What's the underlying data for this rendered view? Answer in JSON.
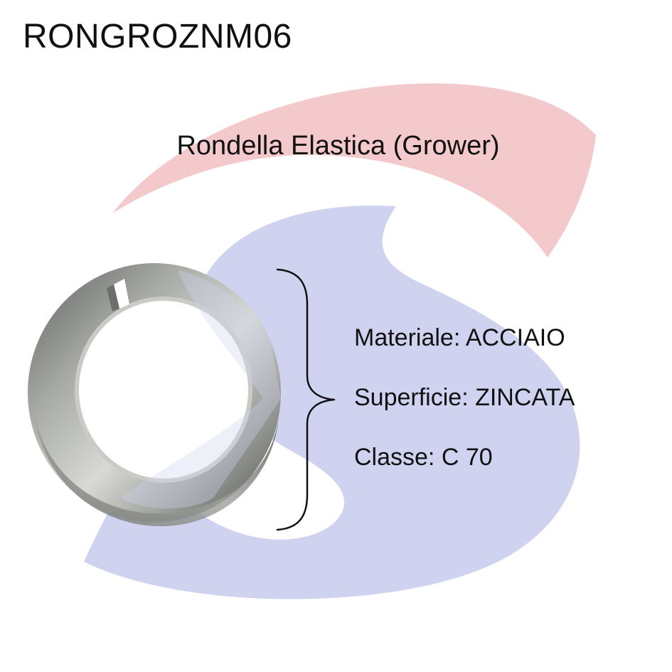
{
  "product": {
    "code": "RONGROZNM06",
    "name": "Rondella Elastica (Grower)"
  },
  "specs": [
    {
      "text": "Materiale: ACCIAIO"
    },
    {
      "text": "Superficie: ZINCATA"
    },
    {
      "text": "Classe: C 70"
    }
  ],
  "colors": {
    "watermark_red": "#f4c9cc",
    "watermark_blue": "#cfd3ef",
    "text": "#111111"
  },
  "icons": {
    "watermark": "s-logo-watermark-icon",
    "product_image": "split-lock-washer-icon",
    "bracket": "curly-brace-icon"
  }
}
